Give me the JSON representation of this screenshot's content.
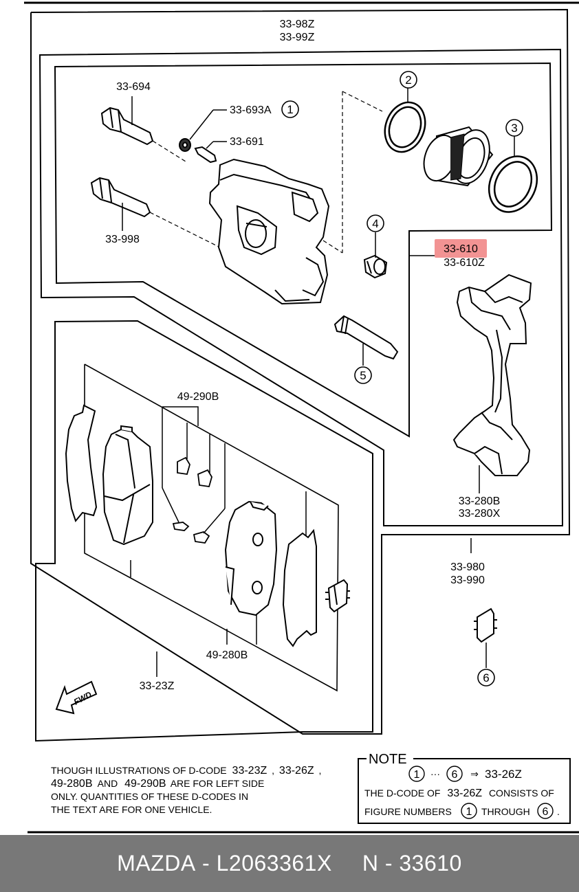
{
  "labels": {
    "l_33_98Z": "33-98Z",
    "l_33_99Z": "33-99Z",
    "l_33_694": "33-694",
    "l_33_693A": "33-693A",
    "l_33_691": "33-691",
    "l_33_998": "33-998",
    "l_33_610": "33-610",
    "l_33_610Z": "33-610Z",
    "l_49_290B": "49-290B",
    "l_33_280B": "33-280B",
    "l_33_280X": "33-280X",
    "l_33_980": "33-980",
    "l_33_990": "33-990",
    "l_49_280B": "49-280B",
    "l_33_23Z": "33-23Z",
    "fwd": "FWD"
  },
  "callouts": {
    "c1": "1",
    "c2": "2",
    "c3": "3",
    "c4": "4",
    "c5": "5",
    "c6": "6"
  },
  "highlight_color": "#f08080",
  "left_note": {
    "line1_prefix": "THOUGH ILLUSTRATIONS OF D-CODE",
    "line1_code1": "33-23Z",
    "line1_sep": ",",
    "line1_code2": "33-26Z",
    "line1_end": ",",
    "line2_code1": "49-280B",
    "line2_and": "AND",
    "line2_code2": "49-290B",
    "line2_suffix": "ARE FOR LEFT SIDE",
    "line3": "ONLY. QUANTITIES OF THESE D-CODES IN",
    "line4": "THE TEXT ARE FOR ONE VEHICLE."
  },
  "note_box": {
    "title": "NOTE",
    "range_start": "1",
    "range_dots": "···",
    "range_end": "6",
    "arrow": "⇒",
    "range_code": "33-26Z",
    "line2_prefix": "THE D-CODE OF",
    "line2_code": "33-26Z",
    "line2_suffix": "CONSISTS OF",
    "line3_prefix": "FIGURE NUMBERS",
    "line3_num1": "1",
    "line3_through": "THROUGH",
    "line3_num2": "6",
    "line3_end": "."
  },
  "footer": {
    "brand": "MAZDA",
    "sep1": " - ",
    "part_number": "L2063361X",
    "n_label": "N",
    "sep2": " - ",
    "n_value": "33610"
  }
}
